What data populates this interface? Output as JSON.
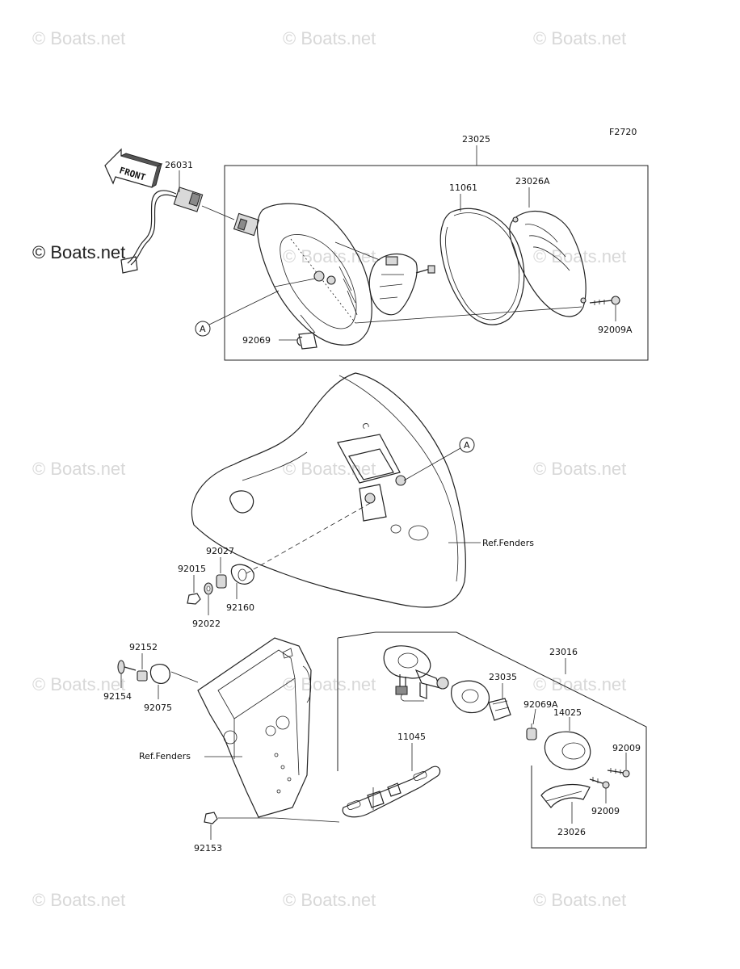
{
  "figure_code": "F2720",
  "watermarks": [
    "© Boats.net",
    "© Boats.net",
    "© Boats.net",
    "© Boats.net",
    "© Boats.net",
    "© Boats.net",
    "© Boats.net",
    "© Boats.net",
    "© Boats.net",
    "© Boats.net",
    "© Boats.net",
    "© Boats.net"
  ],
  "watermark_dark": "© Boats.net",
  "front_label": "FRONT",
  "ref_label_a": "A",
  "parts": {
    "p23025": "23025",
    "p26031": "26031",
    "p11061": "11061",
    "p23026A": "23026A",
    "p92069": "92069",
    "p92009A": "92009A",
    "p92027": "92027",
    "p92015": "92015",
    "p92160": "92160",
    "p92022": "92022",
    "p92152": "92152",
    "p92154": "92154",
    "p92075": "92075",
    "p23016": "23016",
    "p23035": "23035",
    "p92069A": "92069A",
    "p14025": "14025",
    "p92009a": "92009",
    "p92009b": "92009",
    "p11045": "11045",
    "p92153": "92153",
    "p23026": "23026"
  },
  "ref_fenders_1": "Ref.Fenders",
  "ref_fenders_2": "Ref.Fenders"
}
